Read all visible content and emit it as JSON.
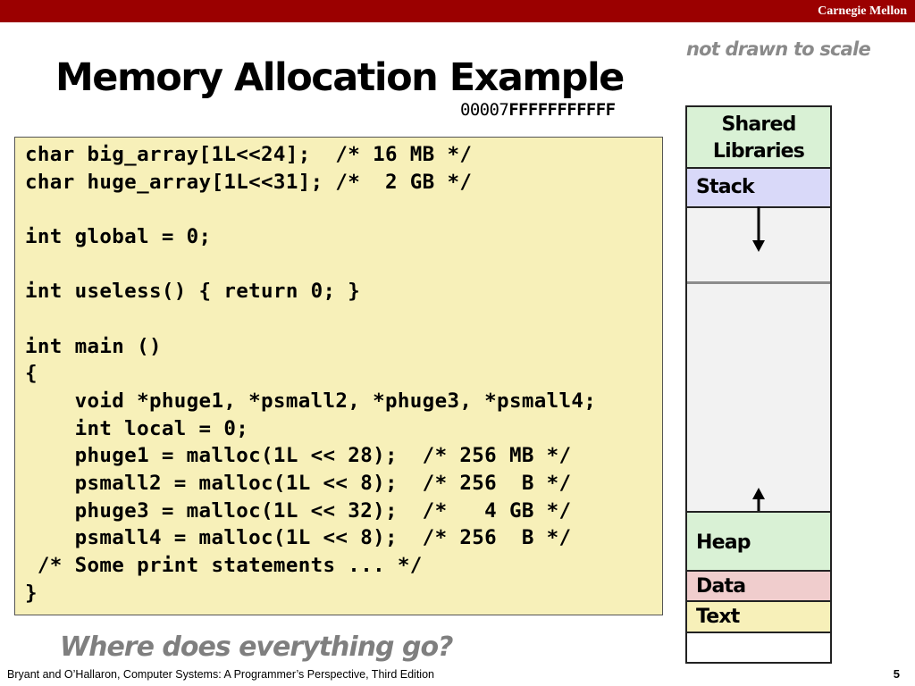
{
  "header": {
    "institution": "Carnegie Mellon"
  },
  "slide": {
    "title": "Memory Allocation Example",
    "scale_note": "not drawn to scale",
    "top_address_prefix": "00007",
    "top_address_bold": "FFFFFFFFFFF",
    "question": "Where does everything go?"
  },
  "code": {
    "lines": [
      "char big_array[1L<<24];  /* 16 MB */",
      "char huge_array[1L<<31]; /*  2 GB */",
      "",
      "int global = 0;",
      "",
      "int useless() { return 0; }",
      "",
      "int main ()",
      "{",
      "    void *phuge1, *psmall2, *phuge3, *psmall4;",
      "    int local = 0;",
      "    phuge1 = malloc(1L << 28);  /* 256 MB */",
      "    psmall2 = malloc(1L << 8);  /* 256  B */",
      "    phuge3 = malloc(1L << 32);  /*   4 GB */",
      "    psmall4 = malloc(1L << 8);  /* 256  B */",
      " /* Some print statements ... */",
      "}"
    ]
  },
  "memory": {
    "regions": {
      "shared_line1": "Shared",
      "shared_line2": "Libraries",
      "stack": "Stack",
      "heap": "Heap",
      "data": "Data",
      "text": "Text"
    },
    "colors": {
      "shared": "#d9f1d5",
      "stack": "#d9d9f9",
      "heap": "#d9f1d5",
      "data": "#f0cdcd",
      "text": "#f7f0b9",
      "unused": "#f2f2f2"
    }
  },
  "footer": {
    "citation": "Bryant and O’Hallaron, Computer Systems: A Programmer’s Perspective, Third Edition",
    "page_number": "5"
  }
}
